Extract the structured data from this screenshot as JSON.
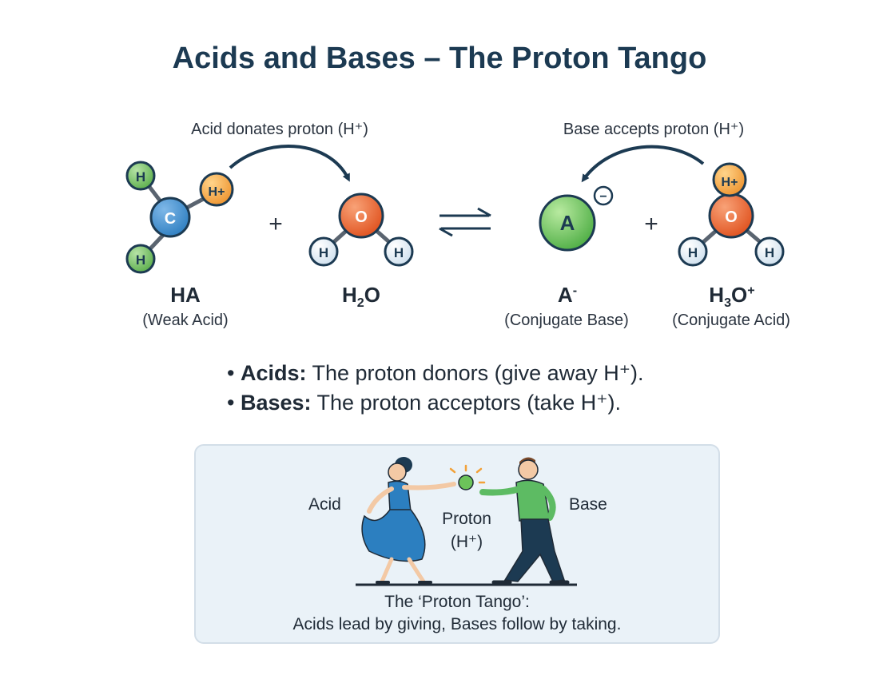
{
  "title": "Acids and Bases – The Proton Tango",
  "reaction": {
    "left_arrow_label": "Acid donates proton (H⁺)",
    "right_arrow_label": "Base accepts proton (H⁺)",
    "plus_sign": "+",
    "species": [
      {
        "formula": "HA",
        "name": "(Weak Acid)"
      },
      {
        "formula_main": "H",
        "formula_sub": "2",
        "formula_tail": "O",
        "name": ""
      },
      {
        "formula_main": "A",
        "formula_sup": "-",
        "name": "(Conjugate Base)"
      },
      {
        "formula_main": "H",
        "formula_sub": "3",
        "formula_tail": "O",
        "formula_sup": "+",
        "name": "(Conjugate Acid)"
      }
    ],
    "atoms": {
      "c": "C",
      "h": "H",
      "o": "O",
      "a": "A",
      "h_plus": "H+",
      "minus": "−"
    }
  },
  "bullets": [
    {
      "term": "Acids:",
      "text": " The proton donors (give away H⁺)."
    },
    {
      "term": "Bases:",
      "text": " The proton acceptors (take H⁺)."
    }
  ],
  "tango": {
    "acid_label": "Acid",
    "base_label": "Base",
    "proton_label": "Proton",
    "proton_symbol": "(H⁺)",
    "caption_line1": "The ‘Proton Tango’:",
    "caption_line2": "Acids lead by giving, Bases follow by taking."
  },
  "colors": {
    "carbon": "#2f7fc1",
    "hydrogen_green": "#6bbf59",
    "proton_orange": "#f2a23a",
    "oxygen": "#e8622f",
    "hydrogen_white": "#e6f0f8",
    "anion_green": "#6cc35a",
    "arrow": "#1c3a52",
    "dress": "#2c7fc0",
    "shirt": "#5dbb63",
    "box_bg": "#eaf2f8"
  }
}
